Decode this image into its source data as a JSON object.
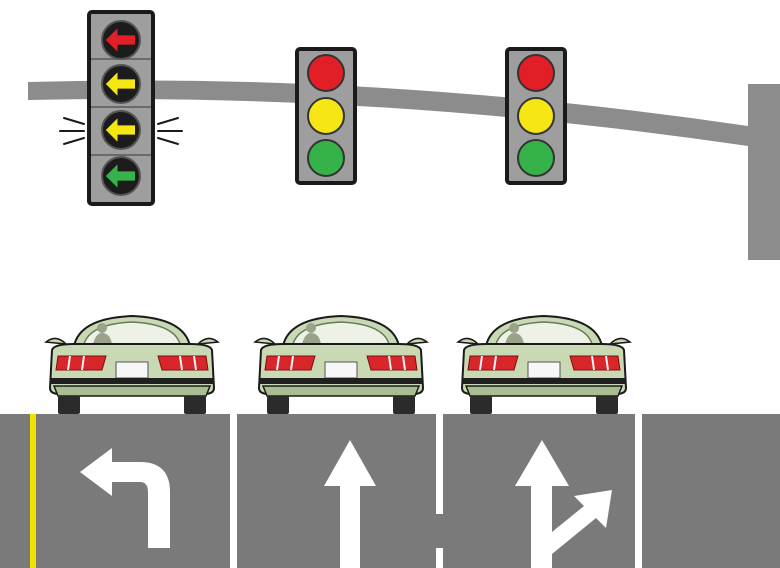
{
  "scene": {
    "colors": {
      "sky": "#ffffff",
      "mast_arm": "#8c8c8c",
      "signal_housing": "#9e9e9e",
      "signal_border": "#1a1a1a",
      "lens_off": "#1c1c1c",
      "red": "#e21f26",
      "yellow": "#f5e614",
      "green": "#35b24a",
      "road": "#7a7a7a",
      "lane_line": "#ffffff",
      "edge_line": "#f2e200",
      "car_body": "#c9d9b3",
      "car_shadow": "#a9bc93",
      "tail_light": "#d8262b",
      "tire": "#2b2b2b"
    },
    "signals": [
      {
        "name": "left-turn-signal",
        "type": "four-section arrow signal",
        "lenses": [
          {
            "color": "red",
            "shape": "left-arrow",
            "lit": true
          },
          {
            "color": "yellow",
            "shape": "left-arrow",
            "lit": true
          },
          {
            "color": "yellow",
            "shape": "left-arrow",
            "lit": true,
            "flashing": true
          },
          {
            "color": "green",
            "shape": "left-arrow",
            "lit": true
          }
        ]
      },
      {
        "name": "through-signal-1",
        "type": "three-section ball signal",
        "lenses": [
          {
            "color": "red",
            "shape": "ball",
            "lit": true
          },
          {
            "color": "yellow",
            "shape": "ball",
            "lit": true
          },
          {
            "color": "green",
            "shape": "ball",
            "lit": true
          }
        ]
      },
      {
        "name": "through-signal-2",
        "type": "three-section ball signal",
        "lenses": [
          {
            "color": "red",
            "shape": "ball",
            "lit": true
          },
          {
            "color": "yellow",
            "shape": "ball",
            "lit": true
          },
          {
            "color": "green",
            "shape": "ball",
            "lit": true
          }
        ]
      }
    ],
    "cars": [
      {
        "lane": "left-turn-lane"
      },
      {
        "lane": "through-lane"
      },
      {
        "lane": "through-right-lane"
      }
    ],
    "lanes": [
      {
        "name": "left-turn-lane",
        "marking": "left-turn-arrow"
      },
      {
        "name": "through-lane",
        "marking": "straight-arrow"
      },
      {
        "name": "through-right-lane",
        "marking": "straight-and-right-arrow"
      },
      {
        "name": "right-shoulder-lane",
        "marking": "none"
      }
    ]
  }
}
